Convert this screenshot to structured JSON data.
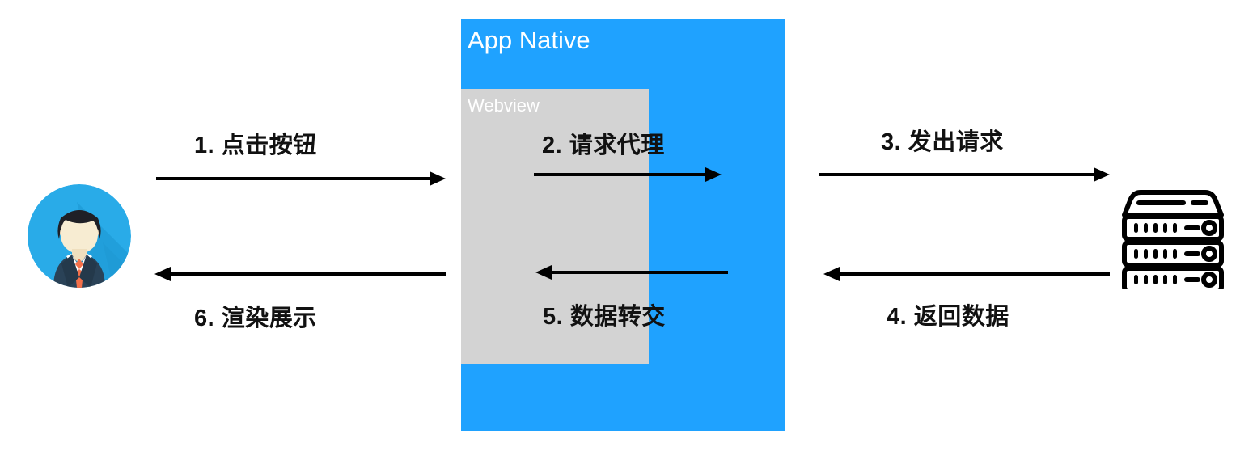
{
  "diagram": {
    "title": "App Native Webview request proxy flow",
    "colors": {
      "blue": "#1FA2FF",
      "gray": "#D3D3D3",
      "arrow": "#000000",
      "label_text": "#111111",
      "container_text": "#FFFFFF",
      "avatar_circle": "#29ABE8",
      "avatar_hair": "#1F2026",
      "avatar_skin": "#F4E4C8",
      "avatar_suit": "#2A4257",
      "avatar_shirt": "#FFFFFF",
      "avatar_tie": "#F4704A"
    },
    "containers": [
      {
        "name": "app-native",
        "label": "App Native"
      },
      {
        "name": "webview",
        "label": "Webview"
      }
    ],
    "actors": [
      {
        "name": "user",
        "icon": "user-avatar-icon"
      },
      {
        "name": "server",
        "icon": "server-rack-icon"
      }
    ],
    "steps": [
      {
        "number": "1",
        "label": "1. 点击按钮",
        "direction": "right",
        "from": "user",
        "to": "webview"
      },
      {
        "number": "2",
        "label": "2. 请求代理",
        "direction": "right",
        "from": "webview",
        "to": "app-native"
      },
      {
        "number": "3",
        "label": "3. 发出请求",
        "direction": "right",
        "from": "app-native",
        "to": "server"
      },
      {
        "number": "4",
        "label": "4. 返回数据",
        "direction": "left",
        "from": "server",
        "to": "app-native"
      },
      {
        "number": "5",
        "label": "5. 数据转交",
        "direction": "left",
        "from": "app-native",
        "to": "webview"
      },
      {
        "number": "6",
        "label": "6. 渲染展示",
        "direction": "left",
        "from": "webview",
        "to": "user"
      }
    ]
  }
}
